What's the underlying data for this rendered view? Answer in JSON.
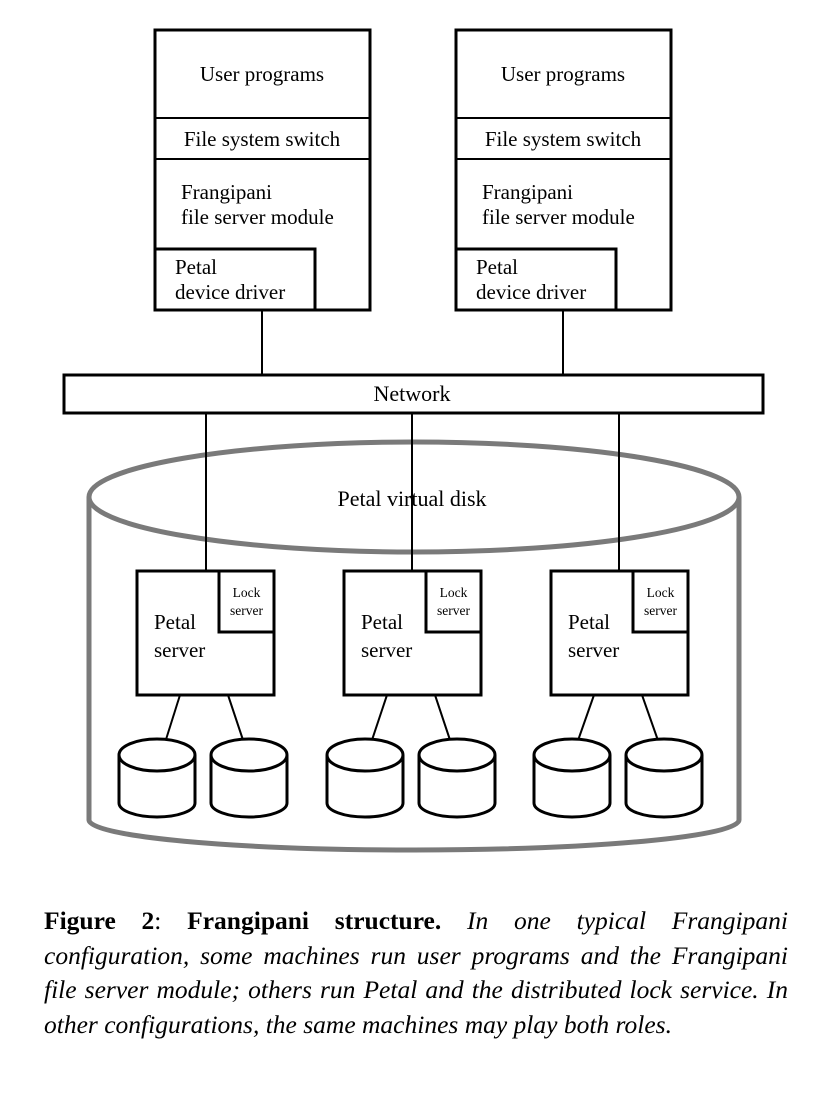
{
  "clients": [
    {
      "user_programs": "User programs",
      "switch": "File system switch",
      "module_line1": "Frangipani",
      "module_line2": "file server module",
      "driver_line1": "Petal",
      "driver_line2": "device driver"
    },
    {
      "user_programs": "User programs",
      "switch": "File system switch",
      "module_line1": "Frangipani",
      "module_line2": "file server module",
      "driver_line1": "Petal",
      "driver_line2": "device driver"
    }
  ],
  "network": "Network",
  "virtual_disk": "Petal virtual disk",
  "servers": [
    {
      "name_line1": "Petal",
      "name_line2": "server",
      "lock_line1": "Lock",
      "lock_line2": "server"
    },
    {
      "name_line1": "Petal",
      "name_line2": "server",
      "lock_line1": "Lock",
      "lock_line2": "server"
    },
    {
      "name_line1": "Petal",
      "name_line2": "server",
      "lock_line1": "Lock",
      "lock_line2": "server"
    }
  ],
  "caption": {
    "label": "Figure 2",
    "separator": ":  ",
    "title": "Frangipani structure.",
    "body": "  In one typical Frangipani configuration, some machines run user programs and the Frangipani file server module; others run Petal and the distributed lock service.  In other configurations, the same machines may play both roles."
  }
}
